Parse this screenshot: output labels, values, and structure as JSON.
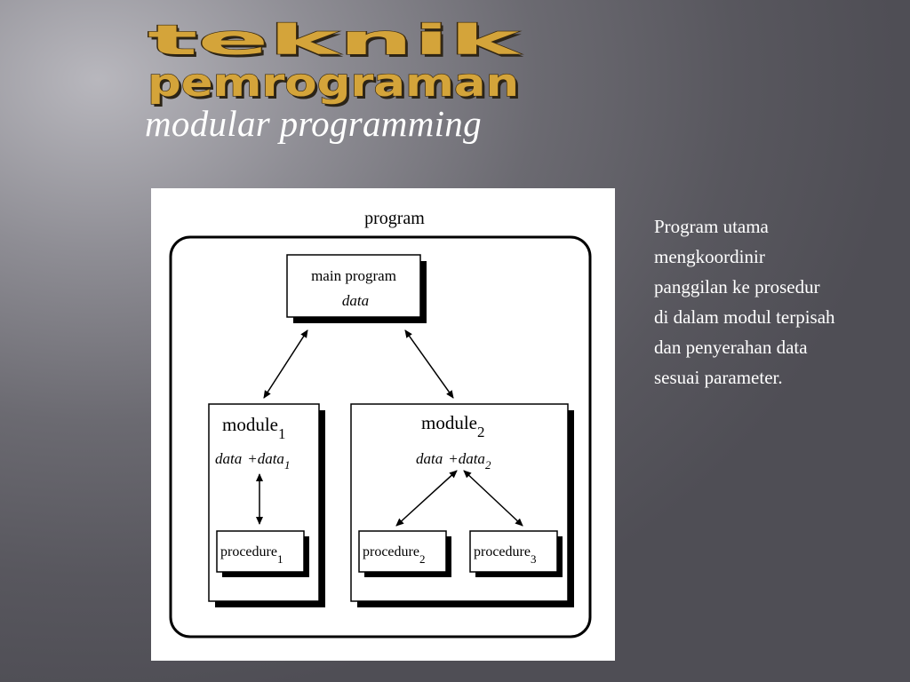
{
  "slide": {
    "title_line1": "teknik",
    "title_line2": "pemrograman",
    "subtitle": "modular programming",
    "title_color": "#d4a43a"
  },
  "figure": {
    "program_label": "program",
    "main_program_label": "main program",
    "main_program_data": "data",
    "module1_label": "module",
    "module1_sub": "1",
    "module1_data_a": "data",
    "module1_data_b": "+data",
    "module1_data_sub": "1",
    "module2_label": "module",
    "module2_sub": "2",
    "module2_data_a": "data",
    "module2_data_b": "+data",
    "module2_data_sub": "2",
    "procedure_label": "procedure",
    "procedure1_sub": "1",
    "procedure2_sub": "2",
    "procedure3_sub": "3"
  },
  "caption": {
    "lines": [
      "Program utama",
      "mengkoordinir",
      "panggilan ke prosedur",
      "di dalam modul terpisah",
      "dan penyerahan data",
      "sesuai parameter."
    ]
  }
}
